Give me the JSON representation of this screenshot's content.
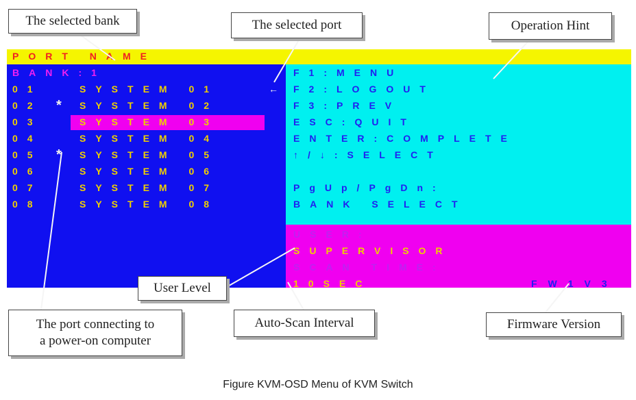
{
  "osd": {
    "header_title": "PORT NAME",
    "bank_label": "BANK:1",
    "selected_port_arrow": "←",
    "ports": [
      {
        "num": "01",
        "star": "",
        "name": "SYSTEM 01"
      },
      {
        "num": "02",
        "star": "*",
        "name": "SYSTEM 02"
      },
      {
        "num": "03",
        "star": "",
        "name": "SYSTEM 03"
      },
      {
        "num": "04",
        "star": "",
        "name": "SYSTEM 04"
      },
      {
        "num": "05",
        "star": "*",
        "name": "SYSTEM 05"
      },
      {
        "num": "06",
        "star": "",
        "name": "SYSTEM 06"
      },
      {
        "num": "07",
        "star": "",
        "name": "SYSTEM 07"
      },
      {
        "num": "08",
        "star": "",
        "name": "SYSTEM 08"
      }
    ],
    "hints": [
      "F1:MENU",
      "F2:LOGOUT",
      "F3:PREV",
      "ESC:QUIT",
      "ENTER:COMPLETE",
      "↑/↓:SELECT",
      "PgUp/PgDn:",
      "BANK SELECT"
    ],
    "user_label": "USER:",
    "user_level": "SUPERVISOR",
    "scan_label": "SCAN TIME:",
    "scan_value": "10SEC",
    "firmware": "FW1V3"
  },
  "callouts": {
    "selected_bank": "The selected bank",
    "selected_port": "The selected port",
    "operation_hint": "Operation Hint",
    "user_level": "User Level",
    "power_on_line1": "The port connecting to",
    "power_on_line2": "a power-on computer",
    "auto_scan": "Auto-Scan Interval",
    "firmware_version": "Firmware Version"
  },
  "caption": "Figure KVM-OSD Menu of KVM Switch",
  "colors": {
    "header": "#f5f500",
    "left_panel": "#1010f0",
    "hint_panel": "#00f0f0",
    "status_panel": "#f000f0",
    "text_red": "#f02020",
    "text_yellow": "#f0d000",
    "text_blue": "#2020f0",
    "text_magenta": "#f020f0"
  }
}
